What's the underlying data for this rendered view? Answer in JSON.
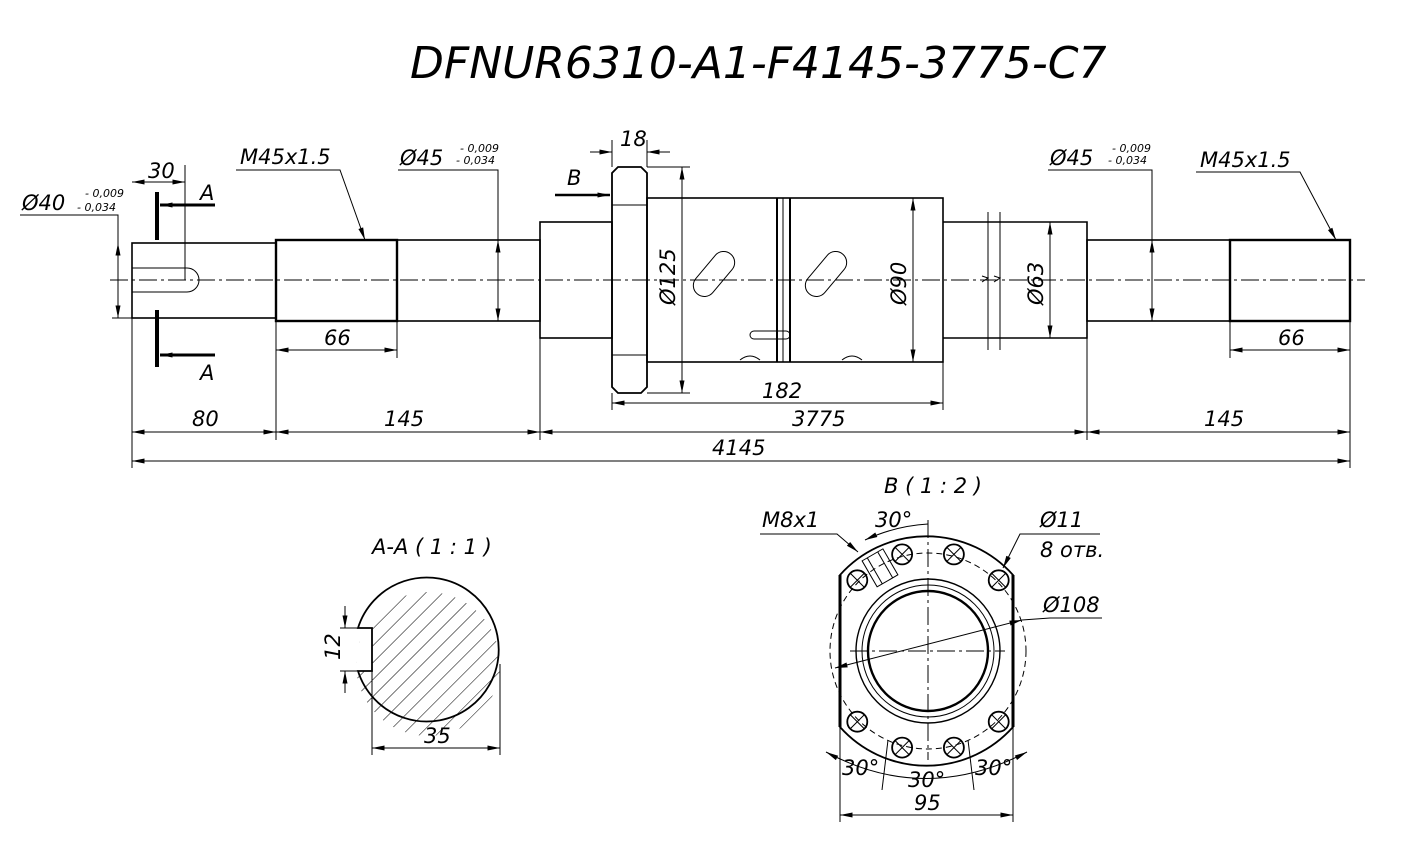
{
  "title": "DFNUR6310-A1-F4145-3775-C7",
  "main_view": {
    "dia40": "Ø40",
    "dia40_tol_upper": "- 0,009",
    "dia40_tol_lower": "- 0,034",
    "dia45_left": "Ø45",
    "dia45_right": "Ø45",
    "tol_upper": "- 0,009",
    "tol_lower": "- 0,034",
    "thread_left": "M45x1.5",
    "thread_right": "M45x1.5",
    "dim_30": "30",
    "dim_18": "18",
    "section_label": "A",
    "view_label": "B",
    "dia125": "Ø125",
    "dia90": "Ø90",
    "dia63": "Ø63",
    "dim_66_left": "66",
    "dim_66_right": "66",
    "dim_182": "182",
    "dim_80": "80",
    "dim_145_left": "145",
    "dim_3775": "3775",
    "dim_145_right": "145",
    "dim_4145": "4145"
  },
  "section_view": {
    "title": "A-A ( 1 : 1 )",
    "dim_12": "12",
    "dim_35": "35"
  },
  "detail_view": {
    "title": "B ( 1 : 2 )",
    "thread": "M8x1",
    "angle_top": "30°",
    "hole_dia": "Ø11",
    "hole_count": "8 отв.",
    "bolt_circle": "Ø108",
    "angle_left": "30°",
    "angle_mid": "30°",
    "angle_right": "30°",
    "width": "95"
  }
}
